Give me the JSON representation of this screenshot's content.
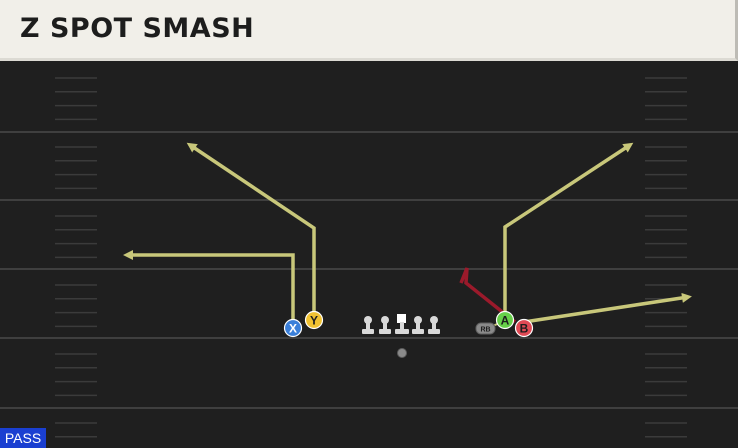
{
  "play": {
    "title": "Z SPOT SMASH",
    "type_badge": "PASS"
  },
  "colors": {
    "field": "#1f1f1f",
    "route": "#c8c77a",
    "block_route": "#9b1a2b",
    "title_bg": "#f1efe9",
    "badge_bg": "#1a3fd1"
  },
  "players": [
    {
      "id": "x",
      "label": "X",
      "color": "#3a7fd9",
      "text_color": "#ffffff"
    },
    {
      "id": "y",
      "label": "Y",
      "color": "#f1c232",
      "text_color": "#1d1d1d"
    },
    {
      "id": "a",
      "label": "A",
      "color": "#67d04a",
      "text_color": "#1d1d1d"
    },
    {
      "id": "b",
      "label": "B",
      "color": "#e04a55",
      "text_color": "#1d1d1d"
    },
    {
      "id": "rb",
      "label": "RB",
      "color": "#8a8a8a",
      "text_color": "#1d1d1d"
    }
  ],
  "offensive_line": [
    "tackle-left",
    "guard-left",
    "center",
    "guard-right",
    "tackle-right"
  ]
}
